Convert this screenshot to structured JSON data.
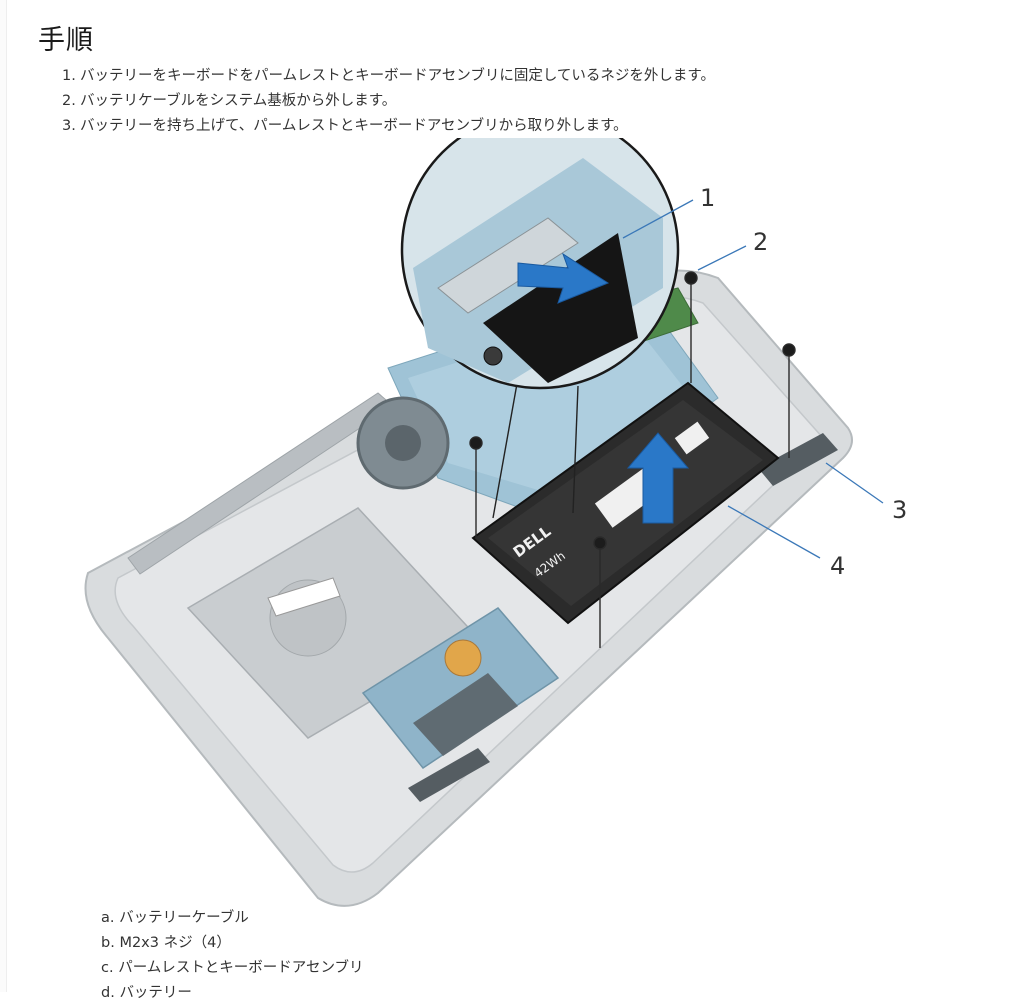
{
  "page": {
    "title": "手順"
  },
  "steps": [
    {
      "num": "1.",
      "text": "バッテリーをキーボードをパームレストとキーボードアセンブリに固定しているネジを外します。"
    },
    {
      "num": "2.",
      "text": "バッテリケーブルをシステム基板から外します。"
    },
    {
      "num": "3.",
      "text": "バッテリーを持ち上げて、パームレストとキーボードアセンブリから取り外します。"
    }
  ],
  "figure": {
    "callouts": [
      "1",
      "2",
      "3",
      "4"
    ],
    "battery": {
      "brand": "DELL",
      "capacity": "42Wh"
    }
  },
  "legend": [
    {
      "key": "a.",
      "text": "バッテリーケーブル"
    },
    {
      "key": "b.",
      "text": "M2x3 ネジ（4）"
    },
    {
      "key": "c.",
      "text": "パームレストとキーボードアセンブリ"
    },
    {
      "key": "d.",
      "text": "バッテリー"
    }
  ]
}
